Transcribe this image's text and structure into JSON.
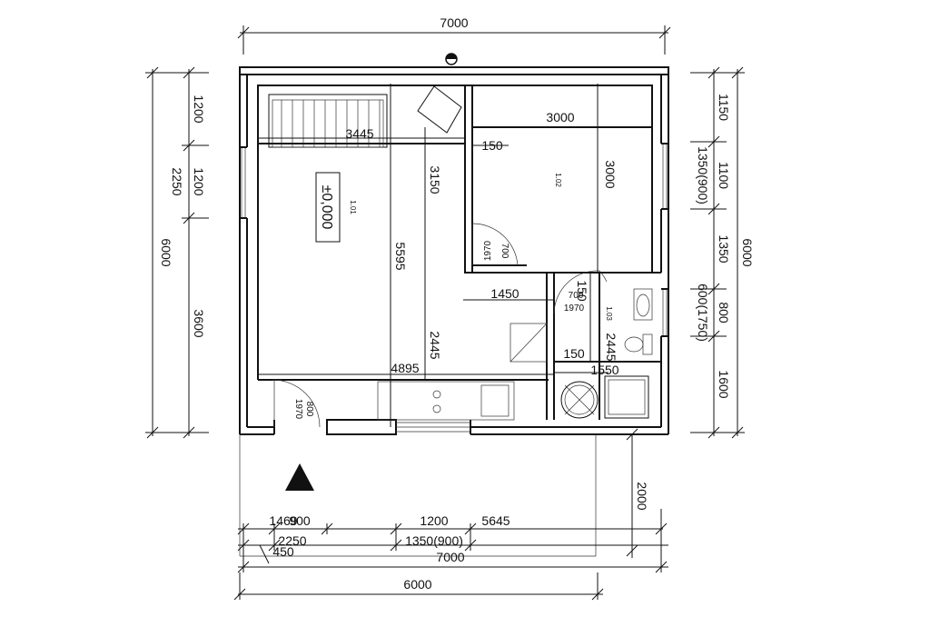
{
  "dimensions": {
    "top_total": "7000",
    "left_outer": "6000",
    "left_inner": "2250",
    "left_seg1": "1200",
    "left_seg2": "1200",
    "left_seg3": "3600",
    "right_outer": "6000",
    "right_seg1": "1150",
    "right_seg2": "1100",
    "right_seg2b": "1350(900)",
    "right_seg3": "1350",
    "right_seg4": "800",
    "right_seg4b": "600(1750)",
    "right_seg5": "1600",
    "stair_width": "3445",
    "room102_width": "3000",
    "room102_height": "3000",
    "wall_150_a": "150",
    "wall_150_b": "150",
    "wall_150_c": "150",
    "corridor_3150": "3150",
    "hall_5595": "5595",
    "hall_2445": "2445",
    "wc_2445": "2445",
    "width_1450": "1450",
    "width_4895": "4895",
    "width_1550": "1550",
    "terrace_depth": "2000",
    "bottom_1469": "1469",
    "bottom_900": "900",
    "bottom_1200": "1200",
    "bottom_5645": "5645",
    "bottom_2250": "2250",
    "bottom_1350": "1350(900)",
    "bottom_450": "450",
    "bottom_7000": "7000",
    "bottom_6000": "6000"
  },
  "rooms": {
    "r101": "1.01",
    "r102": "1.02",
    "r103": "1.03"
  },
  "level_mark": "±0,000",
  "doors": {
    "d1_h": "1970",
    "d1_w": "700",
    "d2_h": "1970",
    "d2_w": "700",
    "d3_h": "1970",
    "d3_w": "800"
  }
}
